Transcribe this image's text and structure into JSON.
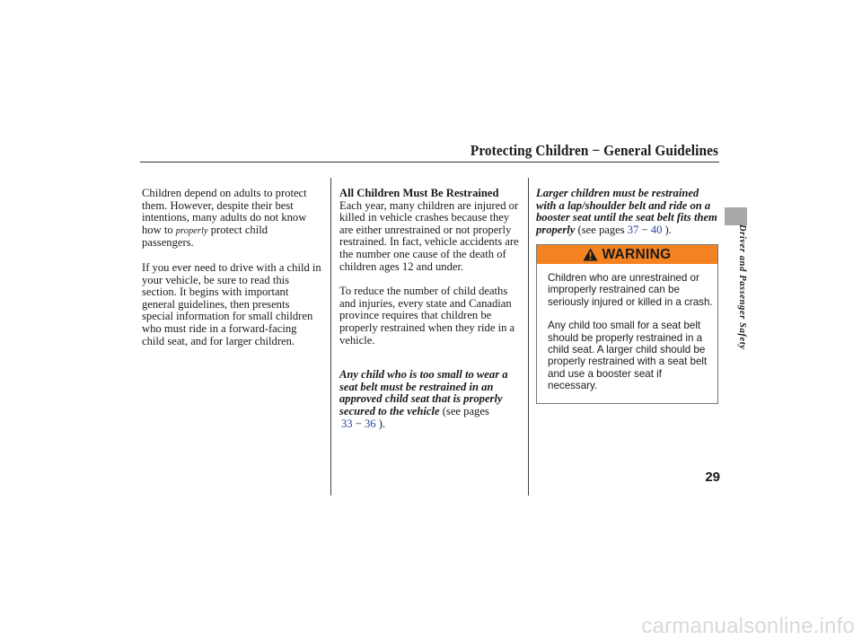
{
  "header": {
    "title": "Protecting Children − General Guidelines"
  },
  "col1": {
    "p1_part1": "Children depend on adults to protect them. However, despite their best intentions, many adults do not know how to ",
    "p1_italic": "properly",
    "p1_part2": " protect child passengers.",
    "p2": "If you ever need to drive with a child in your vehicle, be sure to read this section. It begins with important general guidelines, then presents special information for small children who must ride in a forward-facing child seat, and for larger children."
  },
  "col2": {
    "heading": "All Children Must Be Restrained",
    "p1": "Each year, many children are injured or killed in vehicle crashes because they are either unrestrained or not properly restrained. In fact, vehicle accidents are the number one cause of the death of children ages 12 and under.",
    "p2": "To reduce the number of child deaths and injuries, every state and Canadian province requires that children be properly restrained when they ride in a vehicle.",
    "p3_bold": "Any child who is too small to wear a seat belt must be restrained in an approved child seat that is properly secured to the vehicle",
    "p3_ref_prefix": " (see pages ",
    "p3_ref_start": "33",
    "p3_ref_dash": " − ",
    "p3_ref_end": "36",
    "p3_ref_suffix": " )."
  },
  "col3": {
    "p1_bold": "Larger children must be restrained with a lap/shoulder belt and ride on a booster seat until the seat belt fits them properly",
    "p1_ref_prefix": " (see pages ",
    "p1_ref_start": "37",
    "p1_ref_dash": " − ",
    "p1_ref_end": "40",
    "p1_ref_suffix": " ).",
    "warning": {
      "label": "WARNING",
      "p1": "Children who are unrestrained or improperly restrained can be seriously injured or killed in a crash.",
      "p2": "Any child too small for a seat belt should be properly restrained in a child seat. A larger child should be properly restrained with a seat belt and use a booster seat if necessary."
    }
  },
  "sidebar": {
    "label": "Driver and Passenger Safety"
  },
  "page_number": "29",
  "watermark": "carmanualsonline.info",
  "colors": {
    "warning_banner": "#f58220",
    "link": "#2b3f9e",
    "side_tab": "#a8a8a8",
    "watermark": "#d9d9d9"
  }
}
